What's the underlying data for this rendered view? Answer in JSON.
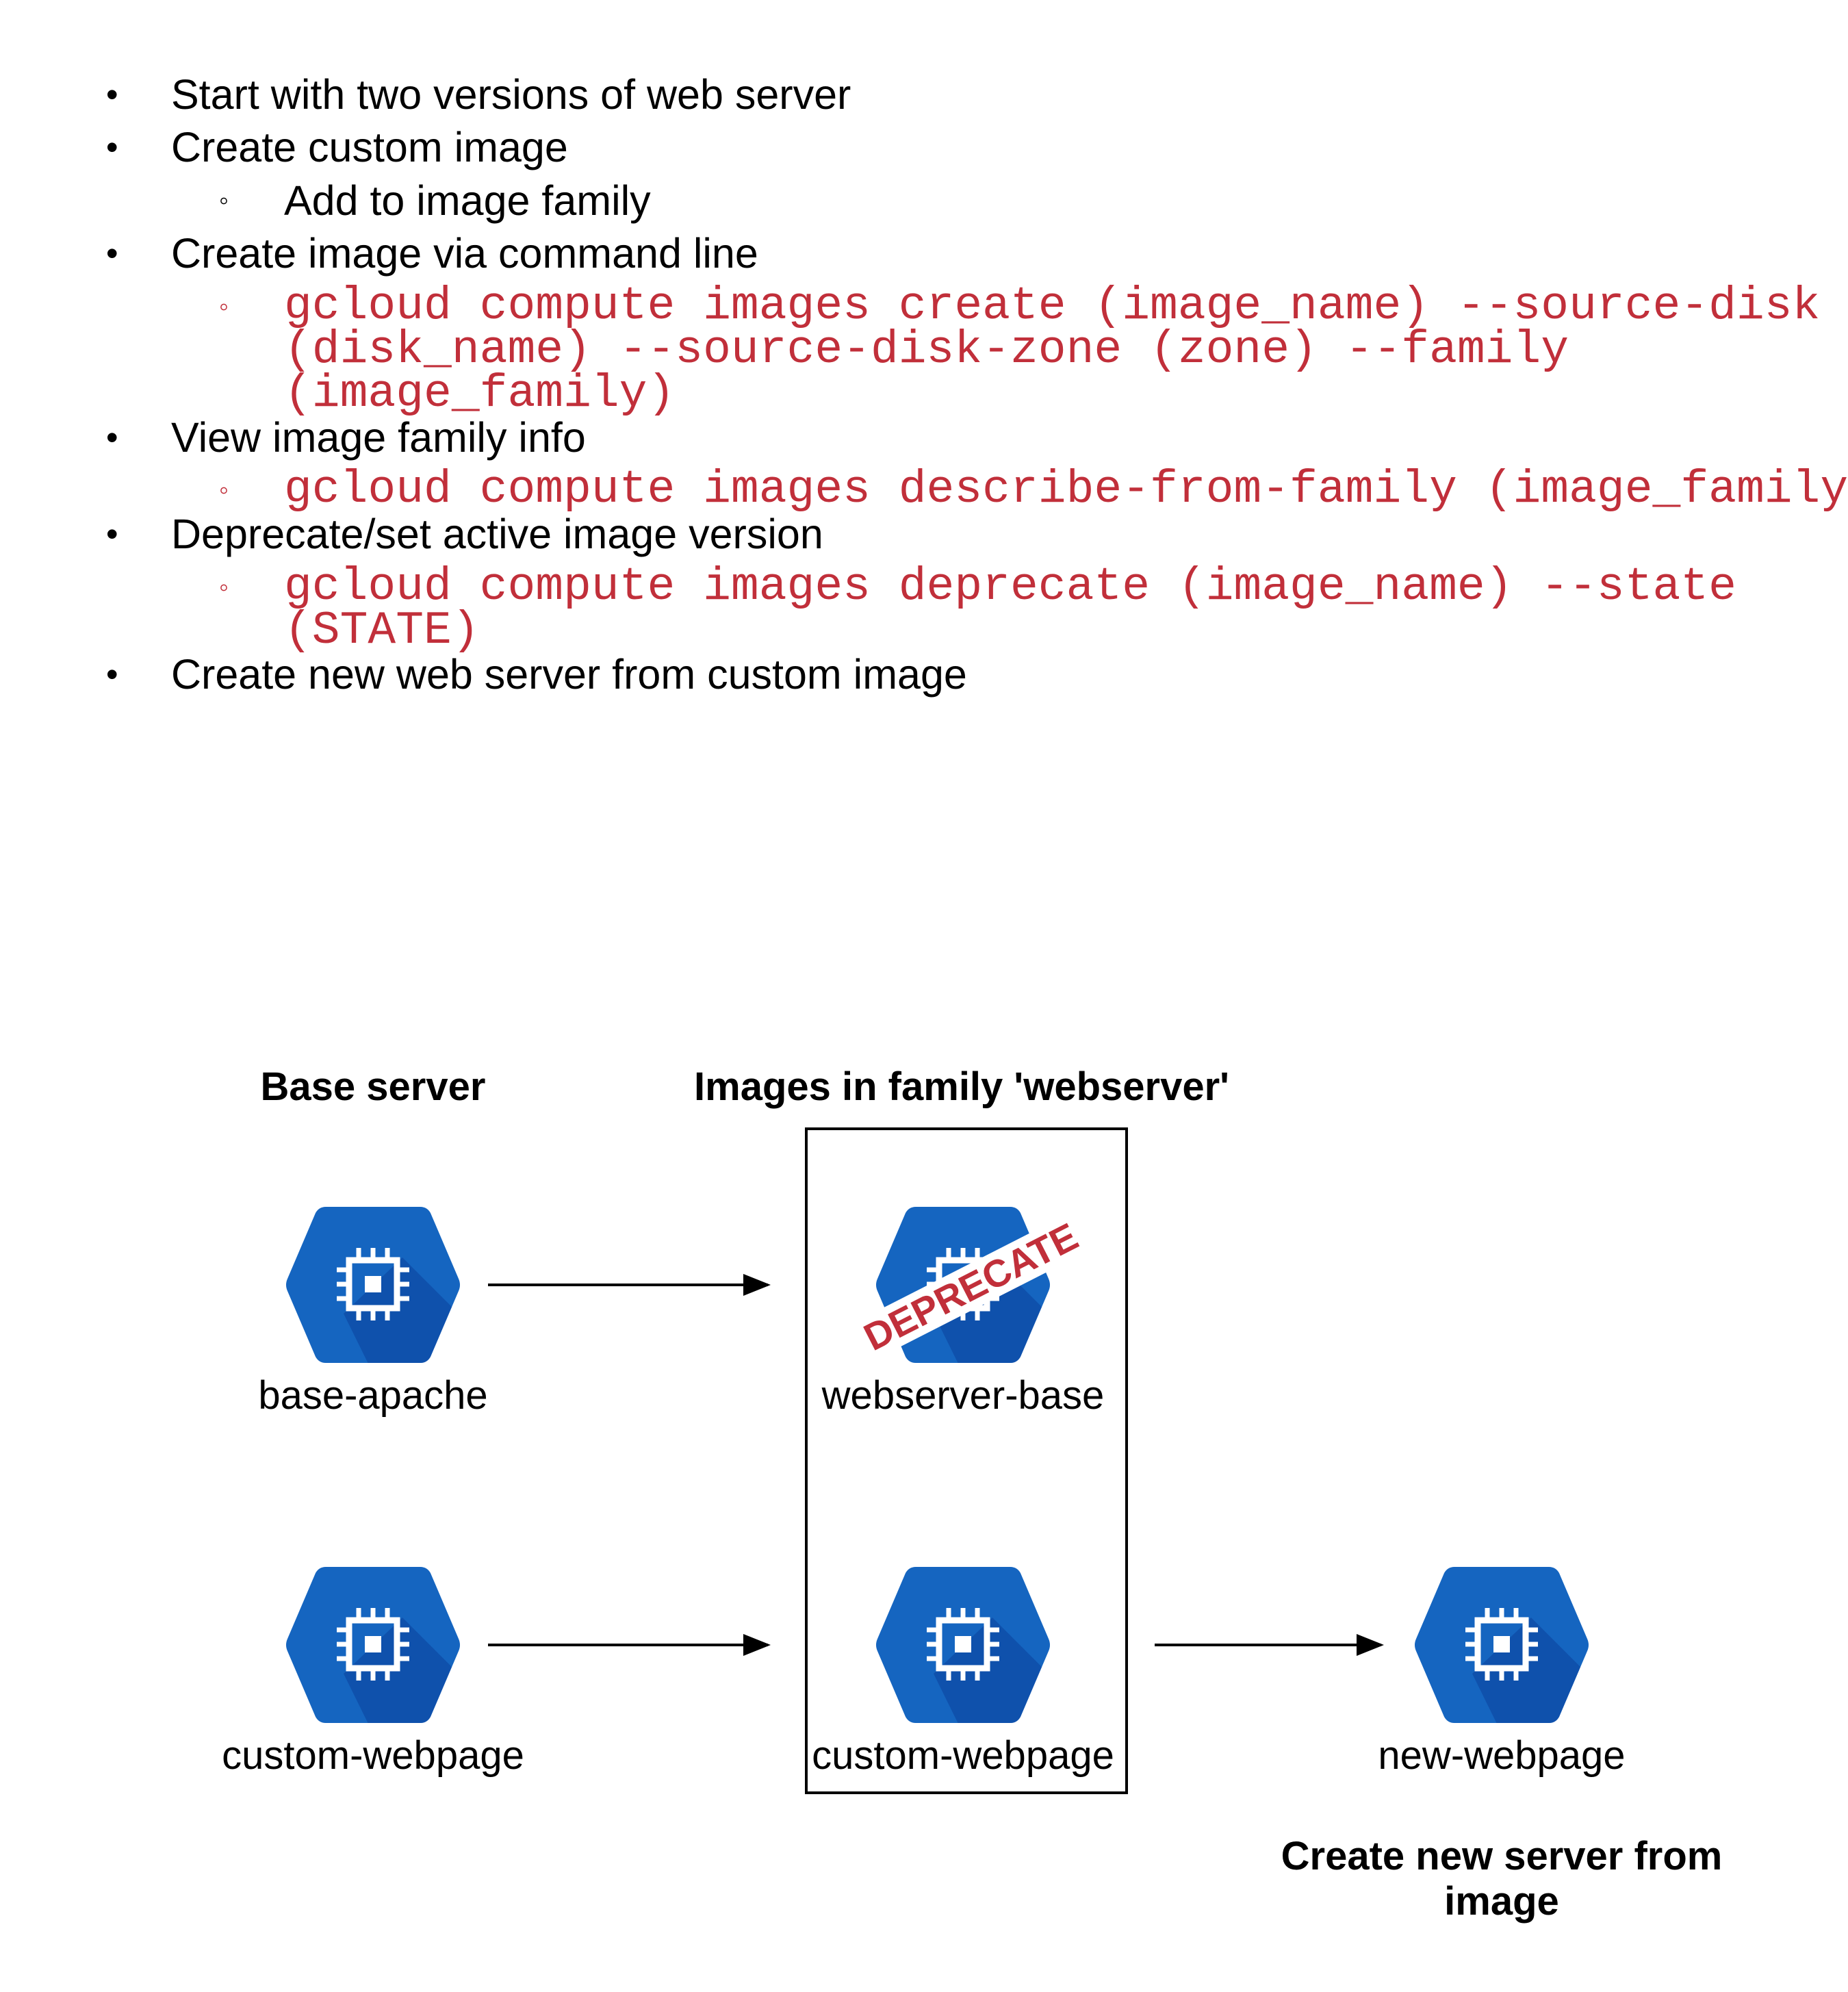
{
  "bullets": [
    {
      "text": "Start with two versions of web server"
    },
    {
      "text": "Create custom image",
      "sub": [
        "Add to image family"
      ]
    },
    {
      "text": "Create image via command line",
      "code": [
        "gcloud compute images create (image_name) --source-disk",
        "(disk_name) --source-disk-zone (zone) --family",
        "(image_family)"
      ]
    },
    {
      "text": "View image family info",
      "code": [
        "gcloud compute images describe-from-family (image_family)"
      ]
    },
    {
      "text": "Deprecate/set active image version",
      "code": [
        "gcloud compute images deprecate (image_name) --state",
        "(STATE)"
      ]
    },
    {
      "text": "Create new web server from custom image"
    }
  ],
  "bullet_glyph": "•",
  "sub_bullet_glyph": "◦",
  "colors": {
    "code": "#c12f3a",
    "hex_blue": "#1565c0",
    "hex_shadow": "#0d47a1"
  },
  "diagram": {
    "headings": {
      "base_server": "Base server",
      "family": "Images in family 'webserver'",
      "create_new_line1": "Create new server from",
      "create_new_line2": "image"
    },
    "nodes": {
      "base_apache": "base-apache",
      "custom_webpage_base": "custom-webpage",
      "webserver_base": "webserver-base",
      "custom_webpage_image": "custom-webpage",
      "new_webpage": "new-webpage"
    },
    "stamp": "DEPRECATE",
    "icon": "compute-engine-chip-icon"
  }
}
